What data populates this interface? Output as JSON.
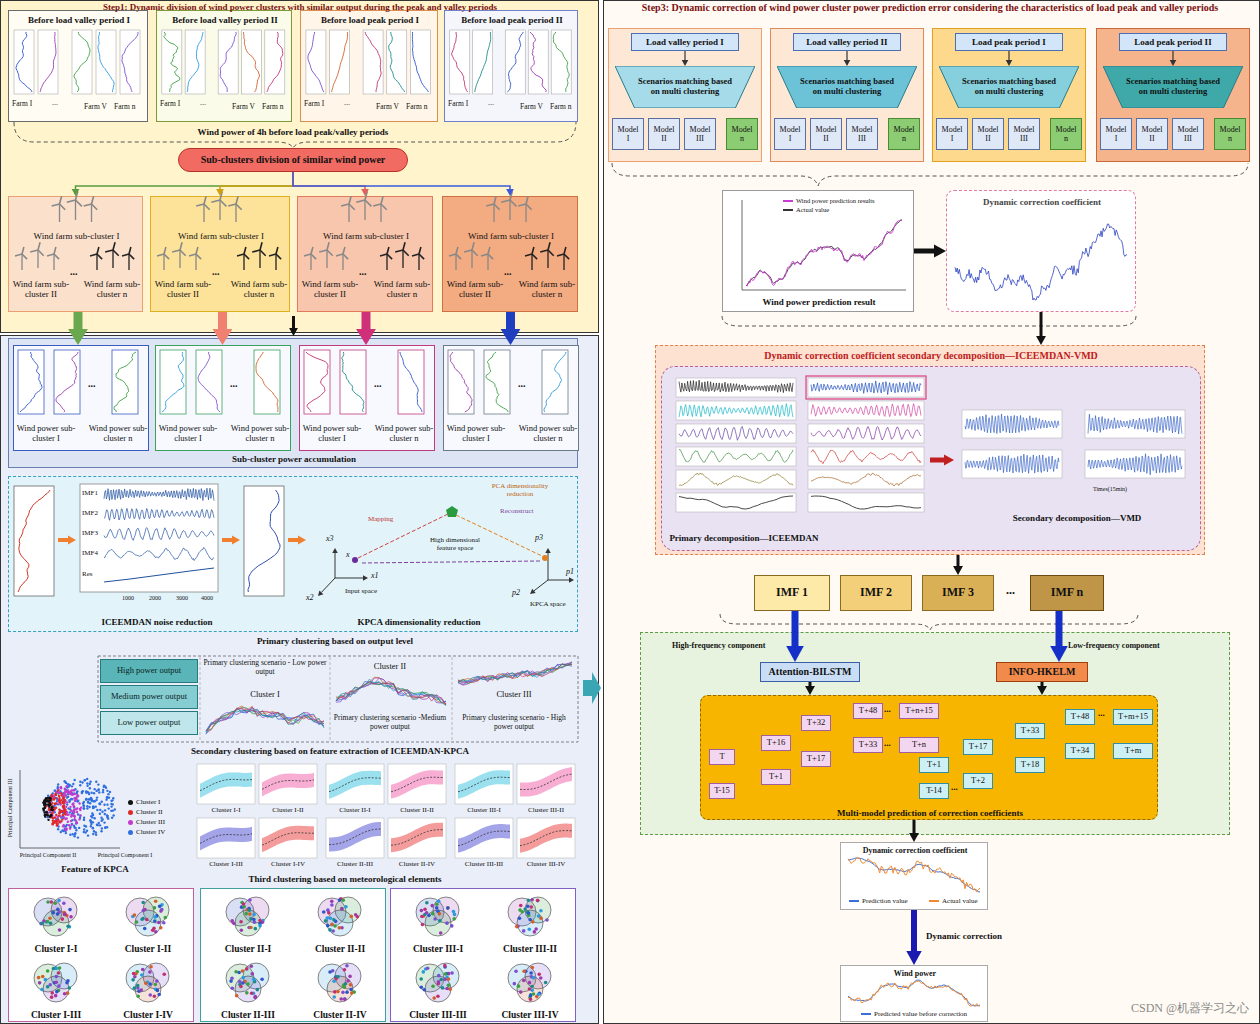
{
  "diagram": {
    "nodes": [
      {
        "text": [
          "Before load valley period I"
        ]
      },
      {
        "text": [
          "Before load valley period II"
        ]
      },
      {
        "text": [
          "Before load peak period I"
        ]
      },
      {
        "text": [
          "Before load peak period II"
        ]
      },
      {
        "text": [
          "Sub-clusters division of similar wind power"
        ]
      },
      {
        "text": [
          "Wind farm sub-cluster I",
          "Wind farm sub-cluster II",
          "Wind farm sub-cluster n"
        ]
      },
      {
        "text": [
          "Wind farm sub-cluster I",
          "Wind farm sub-cluster II",
          "Wind farm sub-cluster n"
        ]
      },
      {
        "text": [
          "Wind farm sub-cluster I",
          "Wind farm sub-cluster II",
          "Wind farm sub-cluster n"
        ]
      },
      {
        "text": [
          "Wind farm sub-cluster I",
          "Wind farm sub-cluster II",
          "Wind farm sub-cluster n"
        ]
      },
      {
        "text": [
          "Sub-cluster power accumulation"
        ]
      },
      {
        "text": [
          "Wind power sub-cluster I",
          "Wind power sub-cluster n"
        ],
        "in": 9
      },
      {
        "text": [
          "Wind power sub-cluster I",
          "Wind power sub-cluster n"
        ],
        "in": 9
      },
      {
        "text": [
          "Wind power sub-cluster I",
          "Wind power sub-cluster n"
        ],
        "in": 9
      },
      {
        "text": [
          "Wind power sub-cluster I",
          "Wind power sub-cluster n"
        ],
        "in": 9
      },
      {
        "text": [
          "ICEEMDAN noise reduction",
          "KPCA dimensionality reduction"
        ]
      },
      {
        "text": [
          "High power output"
        ]
      },
      {
        "text": [
          "Medium power output"
        ]
      },
      {
        "text": [
          "Low power output"
        ]
      },
      {
        "text": [
          "Load valley period I"
        ]
      },
      {
        "text": [
          "Load valley period II"
        ]
      },
      {
        "text": [
          "Load peak period I"
        ]
      },
      {
        "text": [
          "Load peak period II"
        ]
      },
      {
        "text": [
          "Scenarios matching based on multi clustering"
        ]
      },
      {
        "text": [
          "Scenarios matching based on multi clustering"
        ]
      },
      {
        "text": [
          "Scenarios matching based on multi clustering"
        ]
      },
      {
        "text": [
          "Scenarios matching based on multi clustering"
        ]
      },
      {
        "text": [
          "Model I"
        ]
      },
      {
        "text": [
          "Model II"
        ]
      },
      {
        "text": [
          "Model III"
        ]
      },
      {
        "text": [
          "Model n"
        ]
      },
      {
        "text": [
          "Model I"
        ]
      },
      {
        "text": [
          "Model II"
        ]
      },
      {
        "text": [
          "Model III"
        ]
      },
      {
        "text": [
          "Model n"
        ]
      },
      {
        "text": [
          "Model I"
        ]
      },
      {
        "text": [
          "Model II"
        ]
      },
      {
        "text": [
          "Model III"
        ]
      },
      {
        "text": [
          "Model n"
        ]
      },
      {
        "text": [
          "Model I"
        ]
      },
      {
        "text": [
          "Model II"
        ]
      },
      {
        "text": [
          "Model III"
        ]
      },
      {
        "text": [
          "Model n"
        ]
      },
      {
        "text": [
          "Wind power prediction result"
        ]
      },
      {
        "text": [
          "Dynamic correction coefficient"
        ]
      },
      {
        "text": [
          "Dynamic correction coefficient secondary decomposition—ICEEMDAN-VMD"
        ]
      },
      {
        "text": [
          "Primary decomposition—ICEEMDAN",
          "Secondary decomposition—VMD"
        ],
        "in": 44
      },
      {
        "text": [
          "IMF 1"
        ]
      },
      {
        "text": [
          "IMF 2"
        ]
      },
      {
        "text": [
          "IMF 3"
        ]
      },
      {
        "text": [
          "IMF n"
        ]
      },
      {
        "text": [
          "Attention-BILSTM"
        ]
      },
      {
        "text": [
          "INFO-HKELM"
        ]
      },
      {
        "text": [
          "Multi-model prediction of correction coefficients"
        ]
      },
      {
        "text": [
          "T"
        ],
        "in": 52
      },
      {
        "text": [
          "T-15"
        ],
        "in": 52
      },
      {
        "text": [
          "T+16"
        ],
        "in": 52
      },
      {
        "text": [
          "T+1"
        ],
        "in": 52
      },
      {
        "text": [
          "T+32"
        ],
        "in": 52
      },
      {
        "text": [
          "T+17"
        ],
        "in": 52
      },
      {
        "text": [
          "T+48"
        ],
        "in": 52
      },
      {
        "text": [
          "T+33"
        ],
        "in": 52
      },
      {
        "text": [
          "T+n+15"
        ],
        "in": 52
      },
      {
        "text": [
          "T+n"
        ],
        "in": 52
      },
      {
        "text": [
          "T+1"
        ],
        "in": 52
      },
      {
        "text": [
          "T-14"
        ],
        "in": 52
      },
      {
        "text": [
          "T+17"
        ],
        "in": 52
      },
      {
        "text": [
          "T+2"
        ],
        "in": 52
      },
      {
        "text": [
          "T+33"
        ],
        "in": 52
      },
      {
        "text": [
          "T+18"
        ],
        "in": 52
      },
      {
        "text": [
          "T+48"
        ],
        "in": 52
      },
      {
        "text": [
          "T+34"
        ],
        "in": 52
      },
      {
        "text": [
          "T+m+15"
        ],
        "in": 52
      },
      {
        "text": [
          "T+m"
        ],
        "in": 52
      },
      {
        "text": [
          "Dynamic correction coefficient"
        ]
      },
      {
        "text": [
          "Wind power"
        ]
      }
    ],
    "edges": [
      {
        "from": 4,
        "to": 5,
        "arrow": "to"
      },
      {
        "from": 4,
        "to": 6,
        "arrow": "to"
      },
      {
        "from": 4,
        "to": 7,
        "arrow": "to"
      },
      {
        "from": 4,
        "to": 8,
        "arrow": "to"
      },
      {
        "from": 5,
        "to": 10,
        "arrow": "to"
      },
      {
        "from": 6,
        "to": 11,
        "arrow": "to"
      },
      {
        "from": 7,
        "to": 12,
        "arrow": "to"
      },
      {
        "from": 8,
        "to": 13,
        "arrow": "to"
      },
      {
        "from": 18,
        "to": 22,
        "arrow": "to"
      },
      {
        "from": 19,
        "to": 23,
        "arrow": "to"
      },
      {
        "from": 20,
        "to": 24,
        "arrow": "to"
      },
      {
        "from": 21,
        "to": 25,
        "arrow": "to"
      },
      {
        "from": 42,
        "to": 43,
        "arrow": "to"
      },
      {
        "from": 43,
        "to": 44,
        "arrow": "to"
      },
      {
        "from": 44,
        "to": 48,
        "arrow": "to"
      },
      {
        "from": 46,
        "to": 50,
        "arrow": "to"
      },
      {
        "from": 49,
        "to": 51,
        "arrow": "to"
      },
      {
        "from": 50,
        "to": 52,
        "arrow": "to"
      },
      {
        "from": 51,
        "to": 52,
        "arrow": "to"
      },
      {
        "from": 52,
        "to": 73,
        "arrow": "to"
      },
      {
        "from": 73,
        "to": 74,
        "label": "Dynamic correction",
        "arrow": "to"
      }
    ],
    "labels": [
      "Step1: Dynamic division of wind power clusters with similar output during the peak and valley periods",
      "Step3: Dynamic correction of wind power cluster power prediction error considering the characteristics of load peak and valley periods",
      "Farm I",
      "...",
      "Farm V",
      "Farm n",
      "Farm I",
      "...",
      "Farm V",
      "Farm n",
      "Farm I",
      "...",
      "Farm V",
      "Farm n",
      "Farm I",
      "...",
      "Farm V",
      "Farm n",
      "Wind power of 4h before load peak/valley periods",
      "...",
      "...",
      "...",
      "...",
      "...",
      "...",
      "...",
      "...",
      "IMF1",
      "IMF2",
      "IMF3",
      "IMF4",
      "Res",
      "1000",
      "2000",
      "3000",
      "4000",
      "Mapping",
      "PCA dimensionality reduction",
      "High dimensional feature space",
      "Reconstruct",
      "Input space",
      "KPCA space",
      "x1",
      "x2",
      "x3",
      "p1",
      "p2",
      "p3",
      "x",
      "Primary clustering based on output level",
      "Primary clustering scenario - Low power output",
      "Cluster II",
      "Cluster I",
      "Cluster III",
      "Primary clustering scenario -Medium power output",
      "Primary clustering scenario - High power output",
      "Secondary clustering based on feature extraction of ICEEMDAN-KPCA",
      "Principal Component I",
      "Principal Component II",
      "Principal Component III",
      "Feature of KPCA",
      "Cluster I-I",
      "Cluster I-II",
      "Cluster I-III",
      "Cluster I-IV",
      "Cluster II-I",
      "Cluster II-II",
      "Cluster II-III",
      "Cluster II-IV",
      "Cluster III-I",
      "Cluster III-II",
      "Cluster III-III",
      "Cluster III-IV",
      "Third clustering based on meteorological elements",
      "Cluster I-I",
      "Cluster I-II",
      "Cluster I-III",
      "Cluster I-IV",
      "Cluster II-I",
      "Cluster II-II",
      "Cluster II-III",
      "Cluster II-IV",
      "Cluster III-I",
      "Cluster III-II",
      "Cluster III-III",
      "Cluster III-IV",
      "Times(15min)",
      "...",
      "High-frequency component",
      "Low-frequency component",
      "...",
      "...",
      "...",
      "...",
      "CSDN @机器学习之心"
    ],
    "legend": [
      {
        "text": "Cluster I",
        "color": "#111111"
      },
      {
        "text": "Cluster II",
        "color": "#e02828"
      },
      {
        "text": "Cluster III",
        "color": "#c23ccc"
      },
      {
        "text": "Cluster IV",
        "color": "#2f6fe0"
      },
      {
        "text": "Wind power prediction results",
        "color": "#c83ccf"
      },
      {
        "text": "Actual value",
        "color": "#333333"
      },
      {
        "text": "Prediction value",
        "color": "#3a6fd8"
      },
      {
        "text": "Actual value",
        "color": "#f08a30"
      },
      {
        "text": "Predicted value before correction",
        "color": "#3a6fd8"
      }
    ]
  }
}
